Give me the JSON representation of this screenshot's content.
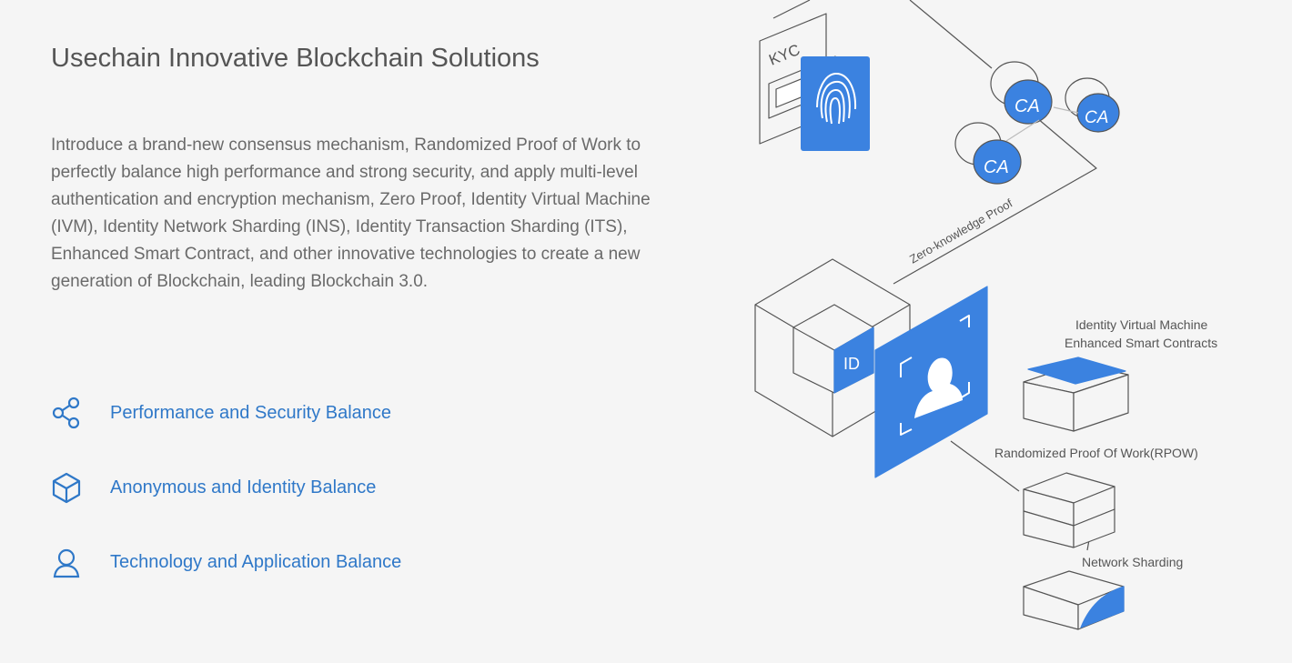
{
  "section": {
    "title": "Usechain Innovative Blockchain Solutions",
    "description": "Introduce a brand-new consensus mechanism, Randomized Proof of Work to perfectly balance high performance and strong security, and apply multi-level authentication and encryption mechanism, Zero Proof, Identity Virtual Machine (IVM), Identity Network Sharding (INS), Identity Transaction Sharding (ITS), Enhanced Smart Contract, and other innovative technologies to create a new generation of Blockchain, leading Blockchain 3.0."
  },
  "features": [
    {
      "label": "Performance and Security Balance",
      "icon": "share-network-icon"
    },
    {
      "label": "Anonymous and Identity Balance",
      "icon": "cube-icon"
    },
    {
      "label": "Technology and Application Balance",
      "icon": "user-icon"
    }
  ],
  "illustration": {
    "kyc": "KYC",
    "ca": [
      "CA",
      "CA",
      "CA"
    ],
    "zkp": "Zero-knowledge Proof",
    "id": "ID",
    "ivm_line1": "Identity Virtual Machine",
    "ivm_line2": "Enhanced Smart Contracts",
    "rpow": "Randomized Proof Of Work(RPOW)",
    "sharding": "Network Sharding"
  },
  "colors": {
    "accent": "#2f78c8",
    "illustration_blue": "#3b82e0",
    "text": "#6a6a6a",
    "background": "#f5f5f5"
  }
}
